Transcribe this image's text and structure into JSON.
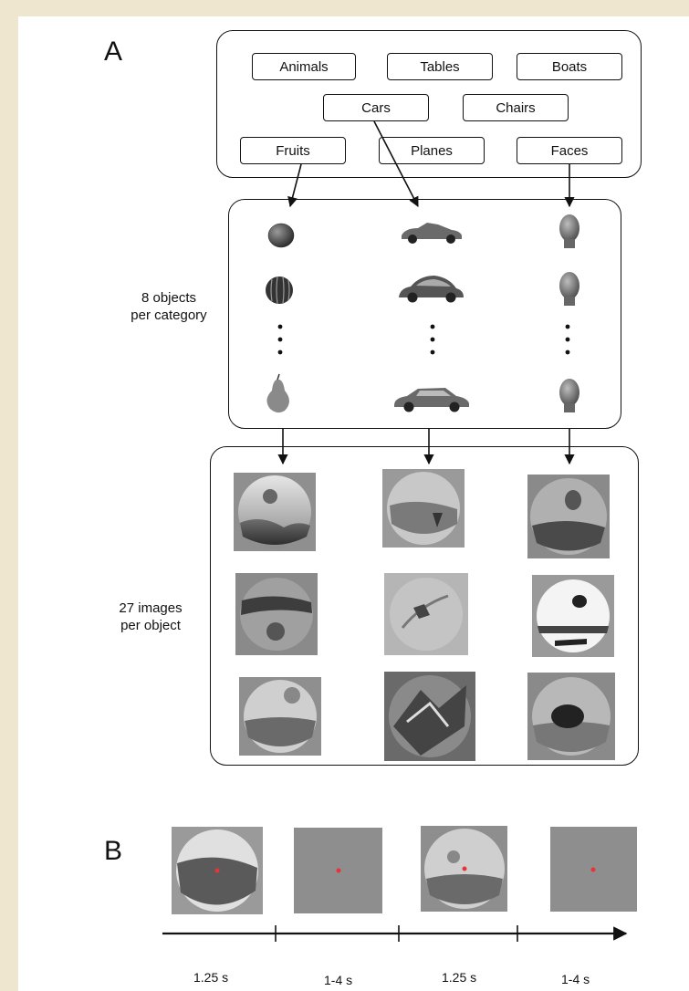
{
  "panels": {
    "a": "A",
    "b": "B"
  },
  "categories": {
    "row1": [
      "Animals",
      "Tables",
      "Boats"
    ],
    "row2": [
      "Cars",
      "Chairs"
    ],
    "row3": [
      "Fruits",
      "Planes",
      "Faces"
    ]
  },
  "objects_label": [
    "8 objects",
    "per category"
  ],
  "images_label": [
    "27 images",
    "per object"
  ],
  "timeline": [
    "1.25 s",
    "1-4 s",
    "1.25 s",
    "1-4 s"
  ],
  "colors": {
    "background": "#efe6cf",
    "paper": "#ffffff",
    "stroke": "#111111",
    "fixation": "#e8333c"
  }
}
